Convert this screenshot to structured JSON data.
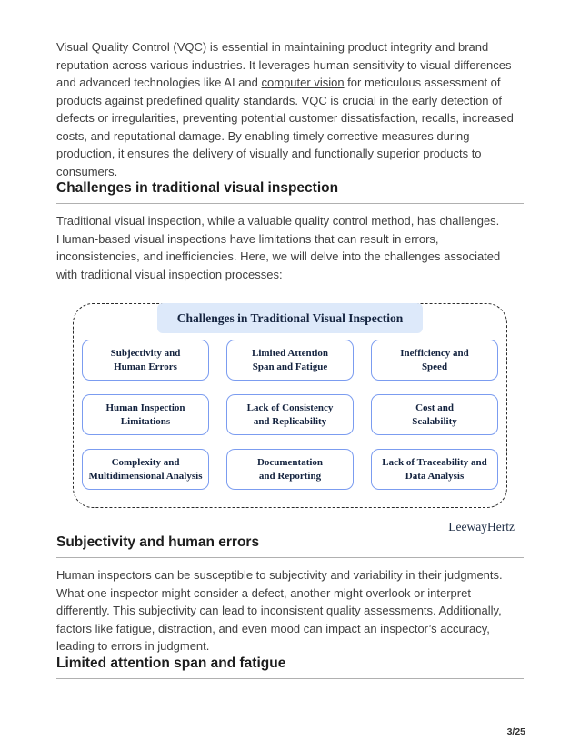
{
  "colors": {
    "box_border_blue": "#7b9cf0",
    "title_box_bg": "#dde9fa",
    "navy_text": "#14233f"
  },
  "intro": {
    "text_before_link": "Visual Quality Control (VQC) is essential in maintaining product integrity and brand reputation across various industries. It leverages human sensitivity to visual differences and advanced technologies like AI and ",
    "link_text": "computer vision",
    "text_after_link": " for meticulous assessment of products against predefined quality standards. VQC is crucial in the early detection of defects or irregularities, preventing potential customer dissatisfaction, recalls, increased costs, and reputational damage. By enabling timely corrective measures during production, it ensures the delivery of visually and functionally superior products to consumers."
  },
  "section_challenges": {
    "heading": "Challenges in traditional visual inspection",
    "paragraph": "Traditional visual inspection, while a valuable quality control method, has challenges. Human-based visual inspections have limitations that can result in errors, inconsistencies, and inefficiencies. Here, we will delve into the challenges associated with traditional visual inspection processes:"
  },
  "diagram": {
    "title": "Challenges in Traditional Visual Inspection",
    "boxes": [
      {
        "line1": "Subjectivity and",
        "line2": "Human Errors"
      },
      {
        "line1": "Limited Attention",
        "line2": "Span and Fatigue"
      },
      {
        "line1": "Inefficiency and",
        "line2": "Speed"
      },
      {
        "line1": "Human Inspection",
        "line2": "Limitations"
      },
      {
        "line1": "Lack of Consistency",
        "line2": "and Replicability"
      },
      {
        "line1": "Cost and",
        "line2": "Scalability"
      },
      {
        "line1": "Complexity and",
        "line2": "Multidimensional Analysis"
      },
      {
        "line1": "Documentation",
        "line2": "and Reporting"
      },
      {
        "line1": "Lack of Traceability and",
        "line2": "Data Analysis"
      }
    ],
    "attribution": "LeewayHertz"
  },
  "section_subjectivity": {
    "heading": "Subjectivity and human errors",
    "paragraph": "Human inspectors can be susceptible to subjectivity and variability in their judgments. What one inspector might consider a defect, another might overlook or interpret differently. This subjectivity can lead to inconsistent quality assessments. Additionally, factors like fatigue, distraction, and even mood can impact an inspector’s accuracy, leading to errors in judgment."
  },
  "section_attention": {
    "heading": "Limited attention span and fatigue"
  },
  "footer": {
    "page_indicator": "3/25"
  }
}
